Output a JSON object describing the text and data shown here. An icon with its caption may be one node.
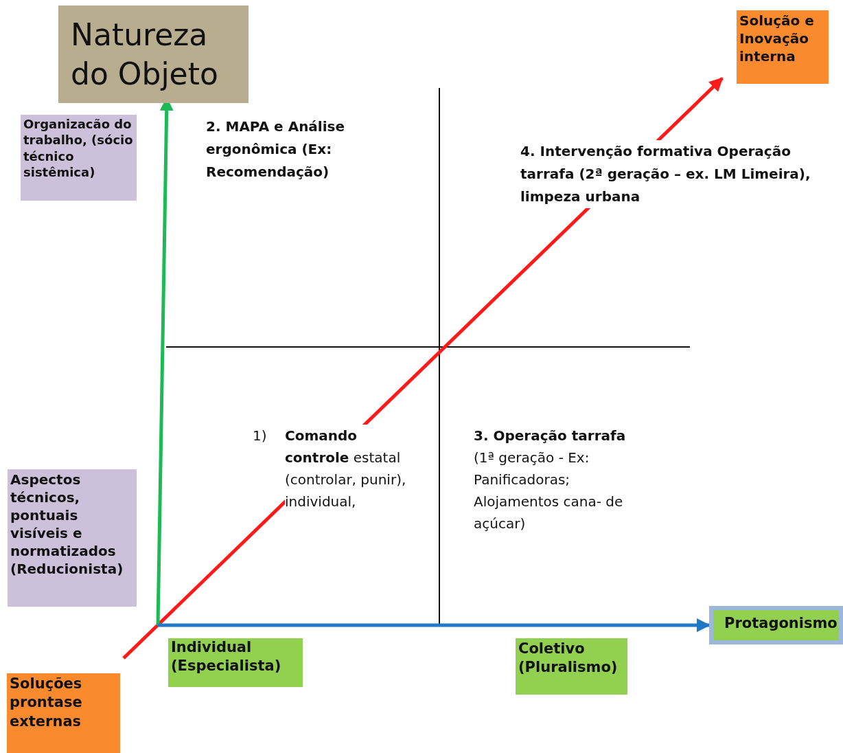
{
  "diagram": {
    "nodes": [
      {
        "text": [
          "Natureza do Objeto"
        ]
      },
      {
        "text": [
          "Solução e Inovação interna"
        ]
      },
      {
        "text": [
          "Organizacão do trabalho, (sócio técnico sistêmica)"
        ]
      },
      {
        "text": [
          "Aspectos técnicos, pontuais visíveis e normatizados (Reducionista)"
        ]
      },
      {
        "text": [
          "Protagonismo"
        ]
      },
      {
        "text": [
          "Individual (Especialista)"
        ]
      },
      {
        "text": [
          "Coletivo (Pluralismo)"
        ]
      },
      {
        "text": [
          "Soluções prontase externas"
        ]
      }
    ],
    "edges": [
      {
        "from": 7,
        "to": 1,
        "arrow": "to"
      },
      {
        "from": null,
        "to": 0,
        "arrow": "to",
        "color": "#1db954"
      },
      {
        "from": null,
        "to": 4,
        "arrow": "to",
        "color": "#1f78c8"
      }
    ],
    "labels": [
      "2. MAPA e Análise ergonômica (Ex: Recomendação)",
      "4. Intervenção formativa Operação tarrafa (2ª geração – ex. LM Limeira), limpeza urbana",
      "1)",
      "**Comando controle** estatal (controlar, punir), individual,",
      "**3. Operação tarrafa** (1ª geração - Ex: Panificadoras; Alojamentos cana- de açúcar)"
    ]
  }
}
